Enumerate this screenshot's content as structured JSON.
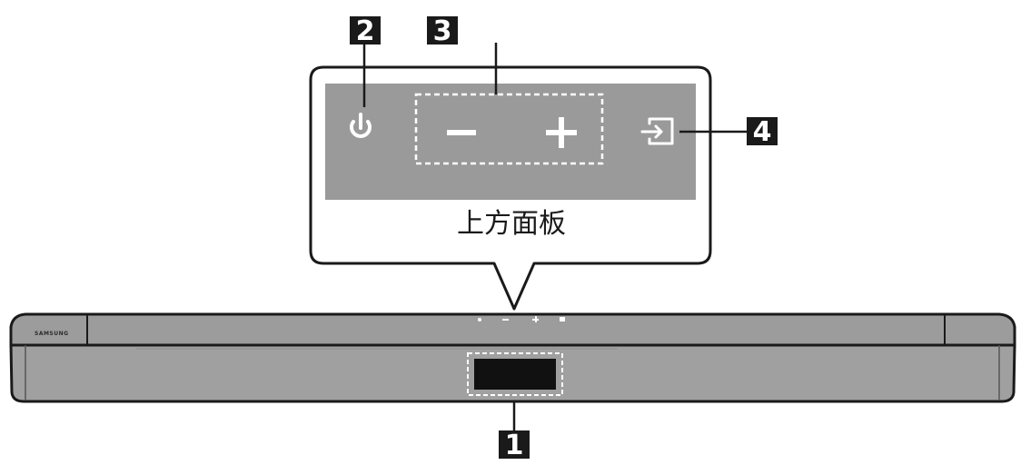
{
  "callouts": {
    "display": "1",
    "power": "2",
    "volume": "3",
    "source": "4"
  },
  "panel": {
    "caption": "上方面板"
  },
  "soundbar": {
    "brand": "SAMSUNG"
  },
  "colors": {
    "panel_fill": "#9a9a9a",
    "bar_fill": "#9c9c9c",
    "icon": "#ffffff",
    "label_box": "#1a1a1a"
  },
  "icons": [
    "power-icon",
    "volume-down-icon",
    "volume-up-icon",
    "source-icon"
  ]
}
